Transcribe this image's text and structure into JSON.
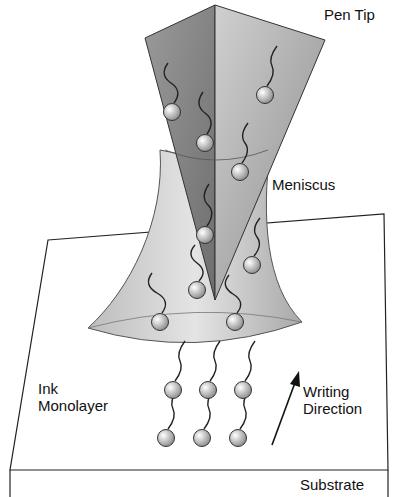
{
  "diagram": {
    "labels": [
      "Pen Tip",
      "Meniscus",
      "Ink Monolayer",
      "Writing Direction",
      "Substrate"
    ]
  }
}
